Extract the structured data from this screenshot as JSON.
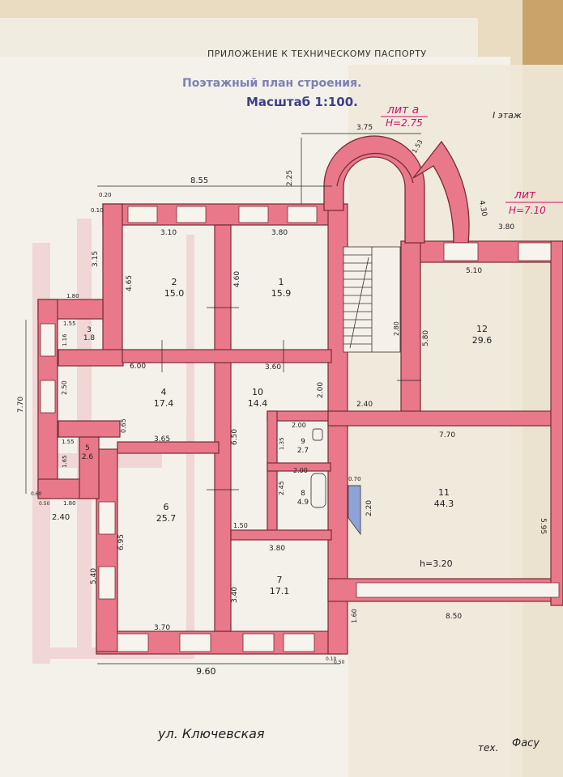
{
  "header": {
    "appendix": "ПРИЛОЖЕНИЕ К ТЕХНИЧЕСКОМУ ПАСПОРТУ",
    "plan_title": "Поэтажный план строения.",
    "scale": "Масштаб 1:100."
  },
  "annotations": {
    "lit_a": "лит а",
    "lit_a_height": "H=2.75",
    "floor": "I этаж",
    "lit_right": "лит",
    "lit_right_height": "H=7.10",
    "street": "ул. Ключевская",
    "tech": "тех.",
    "signature": "Фасу"
  },
  "rooms": [
    {
      "num": "1",
      "area": "15.9"
    },
    {
      "num": "2",
      "area": "15.0"
    },
    {
      "num": "3",
      "area": "1.8"
    },
    {
      "num": "4",
      "area": "17.4"
    },
    {
      "num": "5",
      "area": "2.6"
    },
    {
      "num": "6",
      "area": "25.7"
    },
    {
      "num": "7",
      "area": "17.1"
    },
    {
      "num": "8",
      "area": "4.9"
    },
    {
      "num": "9",
      "area": "2.7"
    },
    {
      "num": "10",
      "area": "14.4"
    },
    {
      "num": "11",
      "area": "44.3"
    },
    {
      "num": "12",
      "area": "29.6"
    }
  ],
  "dimensions": {
    "top_width": "8.55",
    "bottom_width": "9.60",
    "arch_width": "3.75",
    "arch_depth": "2.25",
    "d_0_20": "0.20",
    "d_0_10": "0.10",
    "d_3_10": "3.10",
    "d_3_80_top": "3.80",
    "d_3_15": "3.15",
    "d_4_65": "4.65",
    "d_4_60": "4.60",
    "d_1_80a": "1.80",
    "d_1_55a": "1.55",
    "d_1_16": "1.16",
    "d_6_00": "6.00",
    "d_3_60": "3.60",
    "d_7_70": "7.70",
    "d_2_50": "2.50",
    "d_2_00": "2.00",
    "d_2_40": "2.40",
    "d_1_55b": "1.55",
    "d_0_65": "0.65",
    "d_3_65": "3.65",
    "d_6_50": "6.50",
    "d_1_65": "1.65",
    "d_1_35": "1.35",
    "d_2_00b": "2.00",
    "d_2_00c": "2.00",
    "d_2_45": "2.45",
    "d_0_60": "0.60",
    "d_0_50": "0.50",
    "d_1_80b": "1.80",
    "d_2_40b": "2.40",
    "d_6_95": "6.95",
    "d_1_50": "1.50",
    "d_3_80b": "3.80",
    "d_5_40": "5.40",
    "d_3_70": "3.70",
    "d_3_40": "3.40",
    "d_1_60": "1.60",
    "d_0_70": "0.70",
    "d_2_20": "2.20",
    "d_1_53": "1.53",
    "d_4_30": "4.30",
    "d_3_80c": "3.80",
    "d_5_10": "5.10",
    "d_5_80": "5.80",
    "d_2_80": "2.80",
    "d_7_70b": "7.70",
    "d_5_95": "5.95",
    "d_h320": "h=3.20",
    "d_8_50": "8.50",
    "d_0_10b": "0.10",
    "d_0_50b": "0.50"
  }
}
